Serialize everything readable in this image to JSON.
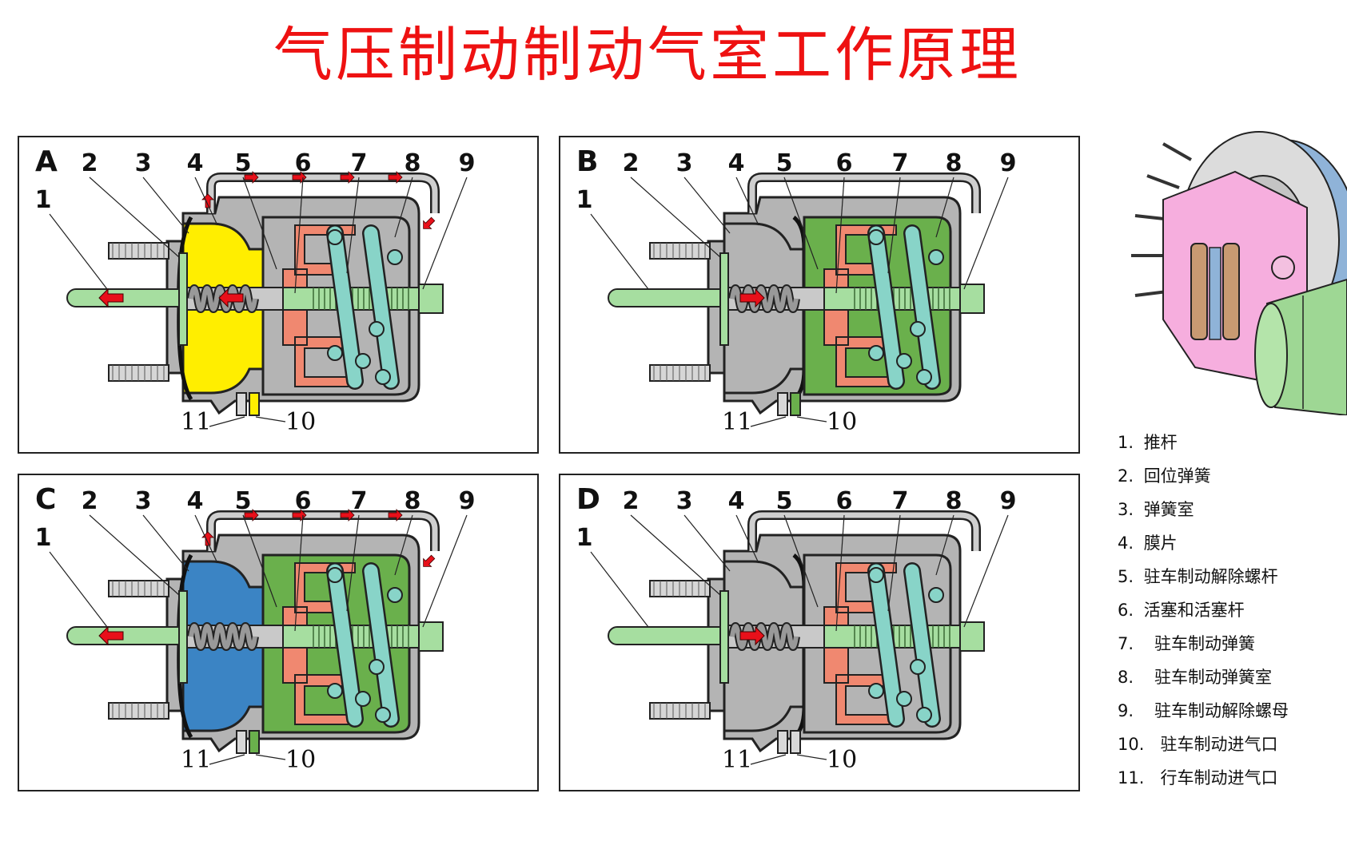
{
  "title": "气压制动制动气室工作原理",
  "callouts": [
    "1",
    "2",
    "3",
    "4",
    "5",
    "6",
    "7",
    "8",
    "9",
    "10",
    "11"
  ],
  "panels": [
    {
      "letter": "A",
      "brake_chamber": "yellow",
      "spring_chamber": "grey",
      "push_rod_arrow": "left",
      "piston_arrow": "left",
      "air_flow_arrows": true
    },
    {
      "letter": "B",
      "brake_chamber": "grey",
      "spring_chamber": "green",
      "push_rod_arrow": "right",
      "piston_arrow": "none",
      "air_flow_arrows": false
    },
    {
      "letter": "C",
      "brake_chamber": "blue",
      "spring_chamber": "green",
      "push_rod_arrow": "left",
      "piston_arrow": "none",
      "air_flow_arrows": true
    },
    {
      "letter": "D",
      "brake_chamber": "grey",
      "spring_chamber": "grey",
      "push_rod_arrow": "right",
      "piston_arrow": "none",
      "air_flow_arrows": false
    }
  ],
  "colors": {
    "title": "#ee1111",
    "yellow_air": "#ffee00",
    "blue_air": "#3b84c4",
    "green_air": "#6ab04c",
    "housing": "#b4b4b4",
    "piston": "#f08870",
    "spring": "#88d4c8",
    "rod": "#a6dea0",
    "arrow": "#e8101a",
    "iso_pink": "#f6aede",
    "iso_blue": "#8fb3d8",
    "iso_green": "#9ed794"
  },
  "legend": [
    {
      "num": "1.",
      "text": "推杆"
    },
    {
      "num": "2.",
      "text": "回位弹簧"
    },
    {
      "num": "3.",
      "text": "弹簧室"
    },
    {
      "num": "4.",
      "text": "膜片"
    },
    {
      "num": "5.",
      "text": "驻车制动解除螺杆"
    },
    {
      "num": "6.",
      "text": "活塞和活塞杆"
    },
    {
      "num": "7.",
      "text": "  驻车制动弹簧"
    },
    {
      "num": "8.",
      "text": "  驻车制动弹簧室"
    },
    {
      "num": "9.",
      "text": "  驻车制动解除螺母"
    },
    {
      "num": "10.",
      "text": "  驻车制动进气口"
    },
    {
      "num": "11.",
      "text": "  行车制动进气口"
    }
  ]
}
